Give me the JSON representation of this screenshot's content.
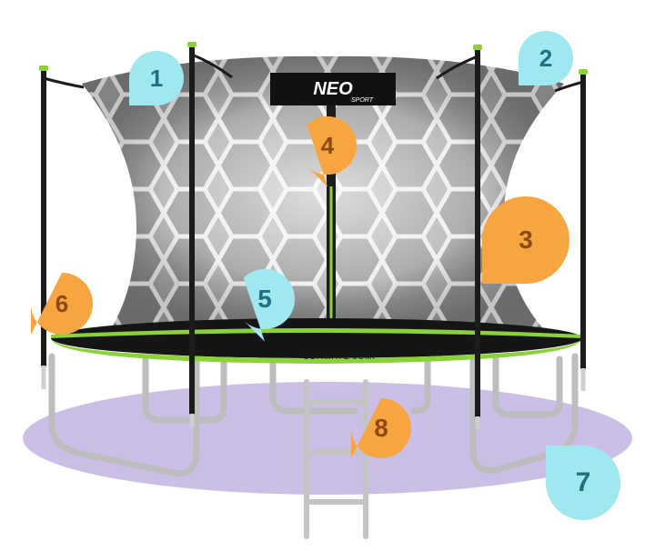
{
  "colors": {
    "cyan_marker": "#9fe8ef",
    "cyan_text": "#1f6f80",
    "orange_marker": "#f7a541",
    "orange_text": "#8a4a12",
    "frame_green": "#8bd13a",
    "ground_shadow": "#cbbfe8",
    "net_gray": "#bdbdbd",
    "pole_black": "#1b1b1b",
    "steel": "#c8c8c8"
  },
  "brand": {
    "logo_text": "NEO",
    "logo_sub": "SPORT",
    "rim_text": "ULTIMATE JUMP"
  },
  "callouts": [
    {
      "number": "1",
      "color": "cyan"
    },
    {
      "number": "2",
      "color": "cyan"
    },
    {
      "number": "3",
      "color": "orange"
    },
    {
      "number": "4",
      "color": "orange"
    },
    {
      "number": "5",
      "color": "cyan"
    },
    {
      "number": "6",
      "color": "orange"
    },
    {
      "number": "7",
      "color": "cyan"
    },
    {
      "number": "8",
      "color": "orange"
    }
  ]
}
